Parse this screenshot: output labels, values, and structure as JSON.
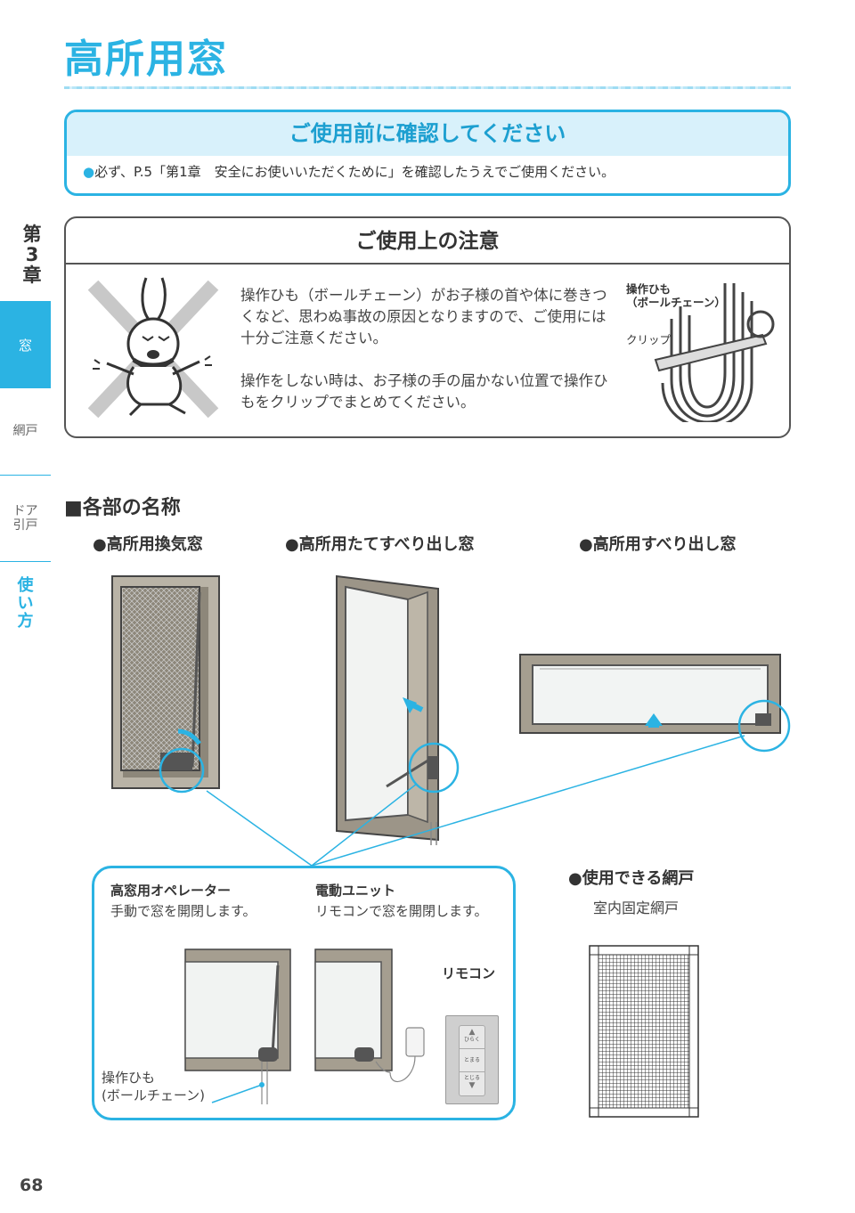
{
  "page": {
    "title": "高所用窓",
    "number": "68"
  },
  "sidebar": {
    "chapter": "第3章",
    "active_item": "窓",
    "items": [
      "網戸",
      "ドア引戸"
    ],
    "how_to": "使い方"
  },
  "confirm": {
    "heading": "ご使用前に確認してください",
    "bullet": "●",
    "text": "必ず、P.5「第1章　安全にお使いいただくために」を確認したうえでご使用ください。"
  },
  "caution": {
    "heading": "ご使用上の注意",
    "paragraph1": "操作ひも（ボールチェーン）がお子様の首や体に巻きつくなど、思わぬ事故の原因となりますので、ご使用には十分ご注意ください。",
    "paragraph2": "操作をしない時は、お子様の手の届かない位置で操作ひもをクリップでまとめてください。",
    "label_chain": "操作ひも\n（ボールチェーン）",
    "label_clip": "クリップ"
  },
  "parts": {
    "heading": "■各部の名称",
    "windows": [
      "●高所用換気窓",
      "●高所用たてすべり出し窓",
      "●高所用すべり出し窓"
    ],
    "operator_name": "高窓用オペレーター",
    "operator_desc": "手動で窓を開閉します。",
    "motor_name": "電動ユニット",
    "motor_desc": "リモコンで窓を開閉します。",
    "remote_label": "リモコン",
    "remote_buttons": [
      "ひらく",
      "とまる",
      "とじる"
    ],
    "chain_label": "操作ひも\n(ボールチェーン)"
  },
  "screen": {
    "heading": "●使用できる網戸",
    "type": "室内固定網戸"
  }
}
